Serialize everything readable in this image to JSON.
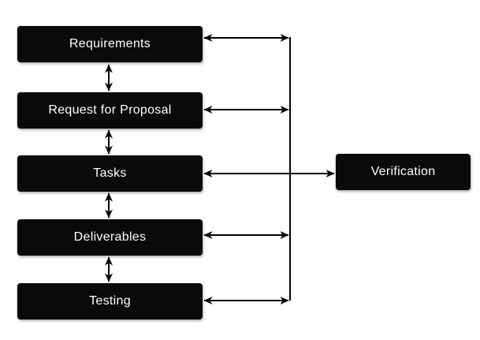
{
  "diagram": {
    "title": "",
    "nodes": {
      "requirements": {
        "label": "Requirements"
      },
      "rfp": {
        "label": "Request for Proposal"
      },
      "tasks": {
        "label": "Tasks"
      },
      "deliverables": {
        "label": "Deliverables"
      },
      "testing": {
        "label": "Testing"
      },
      "verification": {
        "label": "Verification"
      }
    },
    "edges": [
      {
        "from": "requirements",
        "to": "rfp",
        "type": "bidirectional"
      },
      {
        "from": "rfp",
        "to": "tasks",
        "type": "bidirectional"
      },
      {
        "from": "tasks",
        "to": "deliverables",
        "type": "bidirectional"
      },
      {
        "from": "deliverables",
        "to": "testing",
        "type": "bidirectional"
      },
      {
        "from": "requirements",
        "to": "verification",
        "type": "bidirectional"
      },
      {
        "from": "rfp",
        "to": "verification",
        "type": "bidirectional"
      },
      {
        "from": "tasks",
        "to": "verification",
        "type": "bidirectional"
      },
      {
        "from": "deliverables",
        "to": "verification",
        "type": "bidirectional"
      },
      {
        "from": "testing",
        "to": "verification",
        "type": "bidirectional"
      }
    ],
    "colors": {
      "node_fill": "#0a0a0a",
      "node_text": "#ffffff",
      "connector": "#000000",
      "background": "#ffffff"
    }
  }
}
